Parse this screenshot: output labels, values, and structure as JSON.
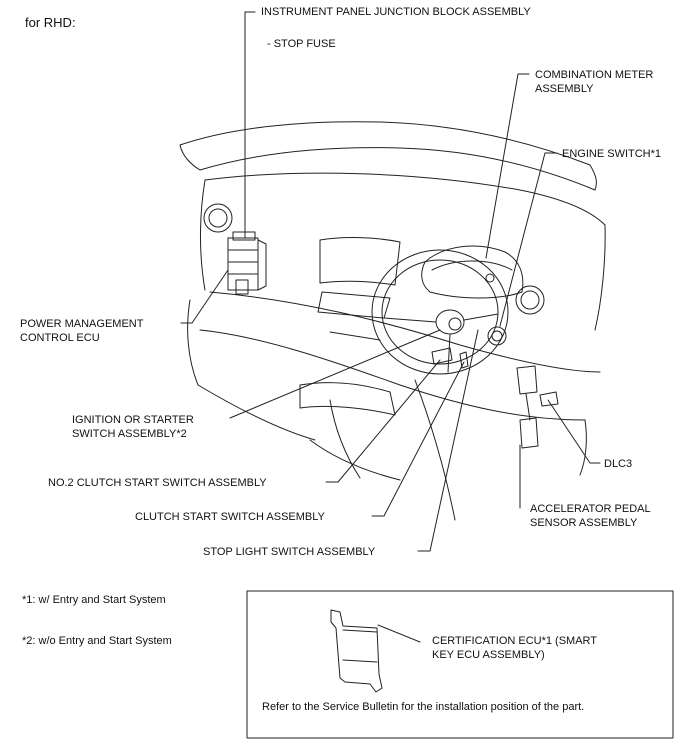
{
  "header": {
    "variant": "for RHD:"
  },
  "callouts": {
    "instrument_panel_jb": "INSTRUMENT PANEL JUNCTION BLOCK ASSEMBLY",
    "stop_fuse": "- STOP FUSE",
    "combination_meter": [
      "COMBINATION METER",
      "ASSEMBLY"
    ],
    "engine_switch": "ENGINE SWITCH*1",
    "power_management": [
      "POWER MANAGEMENT",
      "CONTROL ECU"
    ],
    "ignition_switch": [
      "IGNITION OR STARTER",
      "SWITCH ASSEMBLY*2"
    ],
    "dlc3": "DLC3",
    "no2_clutch": "NO.2 CLUTCH START SWITCH ASSEMBLY",
    "accelerator_pedal": [
      "ACCELERATOR PEDAL",
      "SENSOR ASSEMBLY"
    ],
    "clutch_start": "CLUTCH START SWITCH ASSEMBLY",
    "stop_light": "STOP LIGHT SWITCH ASSEMBLY"
  },
  "notes": {
    "note1": "*1: w/ Entry and Start System",
    "note2": "*2: w/o Entry and Start System"
  },
  "inset": {
    "certification_ecu": [
      "CERTIFICATION ECU*1 (SMART",
      "KEY ECU ASSEMBLY)"
    ],
    "reference": "Refer to the Service Bulletin for the installation position of the part."
  },
  "colors": {
    "line": "#222222",
    "background": "#ffffff"
  }
}
